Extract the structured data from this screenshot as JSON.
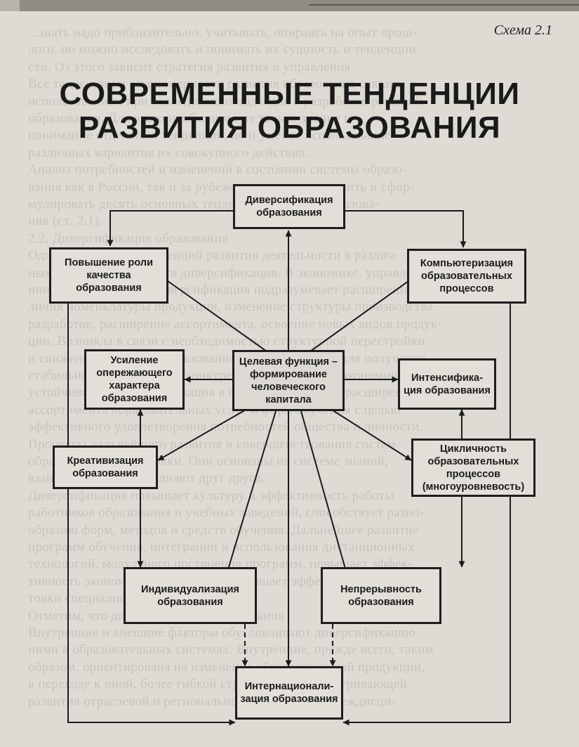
{
  "scheme_label": "Схема 2.1",
  "title": {
    "line1": "СОВРЕМЕННЫЕ ТЕНДЕНЦИИ",
    "line2": "РАЗВИТИЯ ОБРАЗОВАНИЯ"
  },
  "nodes": {
    "center": "Целевая функция –\nформирование\nчеловеческого\nкапитала",
    "diversification": "Диверсификация\nобразования",
    "quality": "Повышение роли\nкачества\nобразования",
    "computerization": "Компьютеризация\nобразовательных\nпроцессов",
    "advancing": "Усиление\nопережающего\nхарактера\nобразования",
    "intensification": "Интенсифика-\nция образования",
    "creativization": "Креативизация\nобразования",
    "cyclicity": "Цикличность\nобразовательных\nпроцессов\n(многоуровневость)",
    "individualization": "Индивидуализация\nобразования",
    "continuity": "Непрерывность\nобразования",
    "internationalization": "Интернационали-\nзация образования"
  },
  "background_text": [
    "...знать надо приблизительно, учитывать, опираясь на опыт прош-",
    "лого, но можно исследовать и понимать их сущность и тенденции",
    "сти. Оз этого зависит стратегия развития и управления",
    "Все тенденции и закономерности развития образования связаны с",
    "использованием при исследовании подходов к разработке решений",
    "образования. Для этого необходимо не только знание и",
    "понимание отдельных тенденций, но и умелое использование",
    "различных вариантов их совокупного действия.",
    "Анализ потребностей и изменений в состоянии системы образо-",
    "вания как в России, так и за рубежом позволяет выделить и сфор-",
    "мулировать десять основных тенденций развития образова-",
    "ния (сх. 2.1).",
    "2.2. Диверсификация образования",
    "Одной из ведущих тенденций развития деятельности в различ-",
    "ных ее областях является диверсификация. В экономике, управле-",
    "нии и других сферах диверсификация подразумевает расширение на-",
    "личия номенклатуры продукции, изменение структуры производства",
    "разработок, расширение ассортимента, освоение новых видов продук-",
    "ции. Возникла в связи с необходимостью структурной перестройки",
    "и снижения рисков. Использование диверсификации для получения",
    "стабильности, сохранения конкурентоспособности и экономической",
    "устойчивости. Диверсификация в образовании — это расширение",
    "ассортимента образовательных услуг и форм обучения с целью",
    "эффективного удовлетворения потребностей общества и личности.",
    "Процессы дальнейшего развития и совершенствования систем",
    "образования и подготовки. Они основаны на системе знаний,",
    "взаимосвязаны и дополняют друг друга.",
    "Диверсификация повышает культуру и эффективность работы",
    "работников образования и учебных заведений, способствует разно-",
    "образию форм, методов и средств обучения. Дальнейшее развитие",
    "программ обучения, интеграции и использования дистанционных",
    "технологий, модульного построения программ, повышает эффек-",
    "тивность экономических средств, повышает эффективность подго-",
    "товки специалистов.",
    "Отметим, что диверсификация образования",
    "Внутренние и внешние факторы обусловливают диверсификацию",
    "ними в образовательных системах. Внутренние, прежде всего, таким",
    "образом, ориентирована на изменение образовательной продукции,",
    "в переходе к иной, более гибкой структуре, предусматривающей",
    "развития отраслевой и региональной ориентации и междисци-"
  ]
}
